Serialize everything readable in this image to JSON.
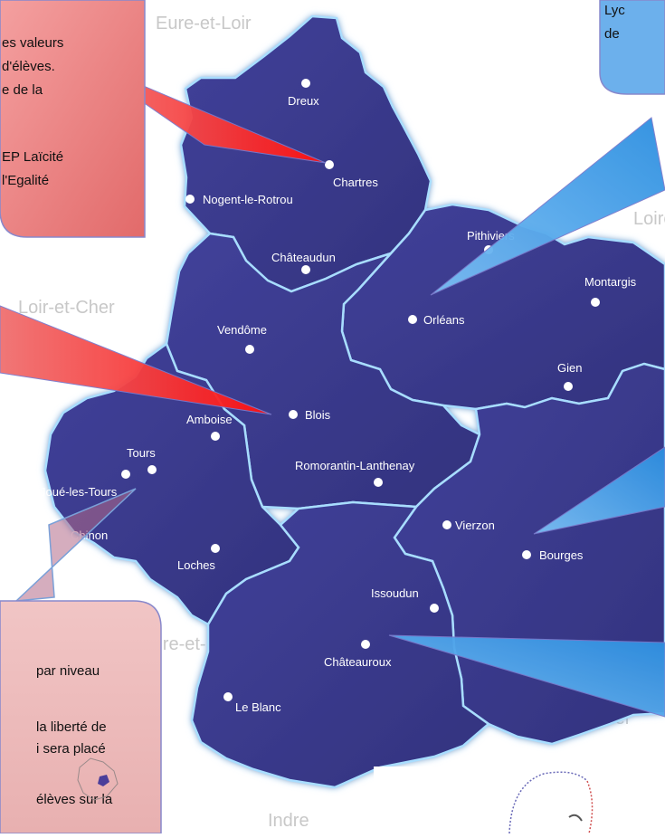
{
  "departments": {
    "eure_et_loir": "Eure-et-Loir",
    "loir_et_cher": "Loir-et-Cher",
    "indre_et_loire": "Indre-et-Loire",
    "indre": "Indre",
    "loiret": "Loiret",
    "cher": "Cher"
  },
  "cities": [
    "Dreux",
    "Chartres",
    "Nogent-le-Rotrou",
    "Châteaudun",
    "Pithiviers",
    "Montargis",
    "Orléans",
    "Gien",
    "Vendôme",
    "Blois",
    "Tours",
    "Amboise",
    "Joué-les-Tours",
    "Chinon",
    "Romorantin-Lanthenay",
    "Loches",
    "Vierzon",
    "Bourges",
    "Issoudun",
    "Châteauroux",
    "Le Blanc"
  ],
  "callouts": {
    "top_left": [
      "es valeurs",
      "d'élèves.",
      "e de la",
      "",
      "EP Laïcité",
      "l'Egalité"
    ],
    "top_right": [
      "Lyc",
      "de"
    ],
    "bottom_left": [
      "par  niveau",
      "",
      "la  liberté  de",
      "i  sera  placé",
      "",
      "élèves sur la"
    ]
  },
  "colors": {
    "region_fill": "#3a3a8e",
    "region_glow": "#6cc6ff",
    "callout_red": "#e88080",
    "callout_blue": "#5ca8e8"
  }
}
